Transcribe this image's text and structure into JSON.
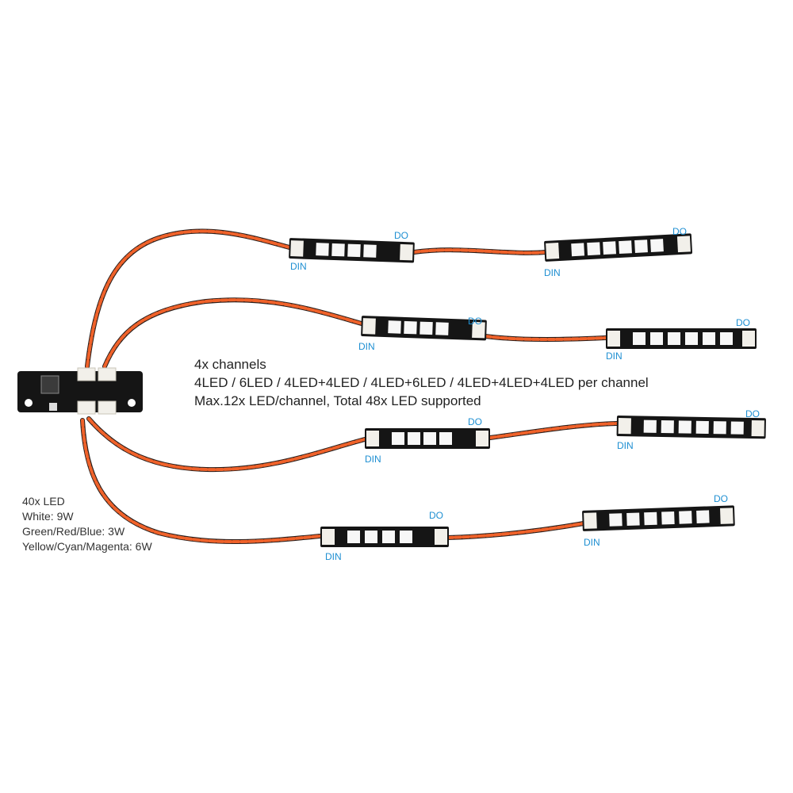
{
  "labels": {
    "din": "DIN",
    "do": "DO"
  },
  "channels_caption": {
    "line1": "4x channels",
    "line2": "4LED / 6LED / 4LED+4LED / 4LED+6LED / 4LED+4LED+4LED per channel",
    "line3": "Max.12x LED/channel,  Total 48x LED supported"
  },
  "led_caption": {
    "line1": "40x LED",
    "line2": "White: 9W",
    "line3": "Green/Red/Blue: 3W",
    "line4": "Yellow/Cyan/Magenta: 6W"
  },
  "colors": {
    "wire_orange": "#f0622a",
    "wire_black": "#2a1f1c",
    "board_black": "#151515",
    "connector_white": "#f2f0ea",
    "label_blue": "#1e8fd2"
  },
  "icons": {
    "hub": "led-hub-board-icon",
    "strip": "led-strip-board-icon"
  }
}
